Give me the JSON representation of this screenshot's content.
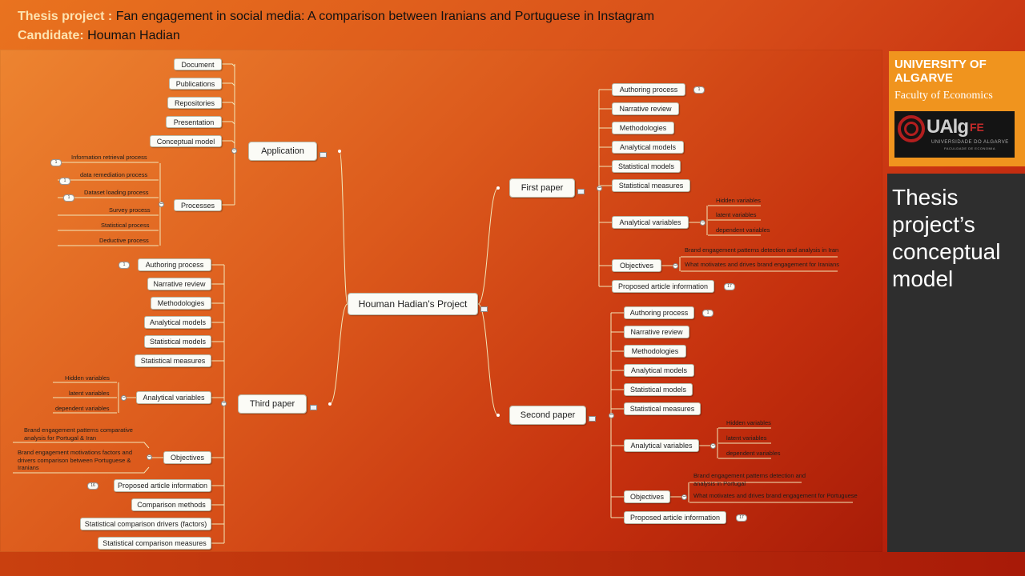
{
  "header": {
    "line1_key": "Thesis project :",
    "line1_val": "Fan engagement in social media: A comparison between Iranians and Portuguese in Instagram",
    "line2_key": "Candidate:",
    "line2_val": "Houman Hadian"
  },
  "university": {
    "name": "UNIVERSITY OF ALGARVE",
    "faculty": "Faculty  of Economics",
    "logo_main": "UAlg",
    "logo_fe": "FE",
    "logo_sub1": "UNIVERSIDADE DO ALGARVE",
    "logo_sub2": "FACULDADE DE ECONOMIA"
  },
  "sidebar": {
    "title": "Thesis project’s conceptual model"
  },
  "mindmap": {
    "root": "Houman Hadian's Project",
    "application": {
      "label": "Application",
      "items": [
        "Document",
        "Publications",
        "Repositories",
        "Presentation",
        "Conceptual model"
      ],
      "processes": {
        "label": "Processes",
        "items": [
          "Information retrieval process",
          "data remediation process",
          "Dataset loading process",
          "Survey process",
          "Statistical process",
          "Deductive process"
        ],
        "badges": [
          "1",
          "1",
          "1"
        ]
      }
    },
    "first_paper": {
      "label": "First paper",
      "items": [
        "Authoring process",
        "Narrative review",
        "Methodologies",
        "Analytical models",
        "Statistical models",
        "Statistical measures",
        "Analytical variables",
        "Objectives",
        "Proposed article information"
      ],
      "variables": [
        "Hidden variables",
        "latent variables",
        "dependent variables"
      ],
      "objectives": [
        "Brand engagement patterns detection and analysis in Iran",
        "What motivates and drives brand engagement for Iranians"
      ],
      "badges": [
        "1",
        "17"
      ]
    },
    "second_paper": {
      "label": "Second paper",
      "items": [
        "Authoring process",
        "Narrative review",
        "Methodologies",
        "Analytical models",
        "Statistical models",
        "Statistical measures",
        "Analytical variables",
        "Objectives",
        "Proposed article information"
      ],
      "variables": [
        "Hidden variables",
        "latent variables",
        "dependent variables"
      ],
      "objectives": [
        "Brand engagement patterns detection and analysis in Portugal",
        "What motivates and drives brand engagement for Portuguese"
      ],
      "badges": [
        "1",
        "17"
      ]
    },
    "third_paper": {
      "label": "Third paper",
      "items": [
        "Authoring process",
        "Narrative review",
        "Methodologies",
        "Analytical models",
        "Statistical models",
        "Statistical measures",
        "Analytical variables",
        "Objectives",
        "Proposed article information",
        "Comparison methods",
        "Statistical comparison drivers (factors)",
        "Statistical comparison measures"
      ],
      "variables": [
        "Hidden variables",
        "latent variables",
        "dependent variables"
      ],
      "objectives": [
        "Brand engagement patterns comparative analysis for Portugal & Iran",
        "Brand engagement motivations factors and drivers comparison between Portuguese & Iranians"
      ],
      "badges": [
        "1",
        "16"
      ]
    },
    "collapse_symbol": "−"
  }
}
